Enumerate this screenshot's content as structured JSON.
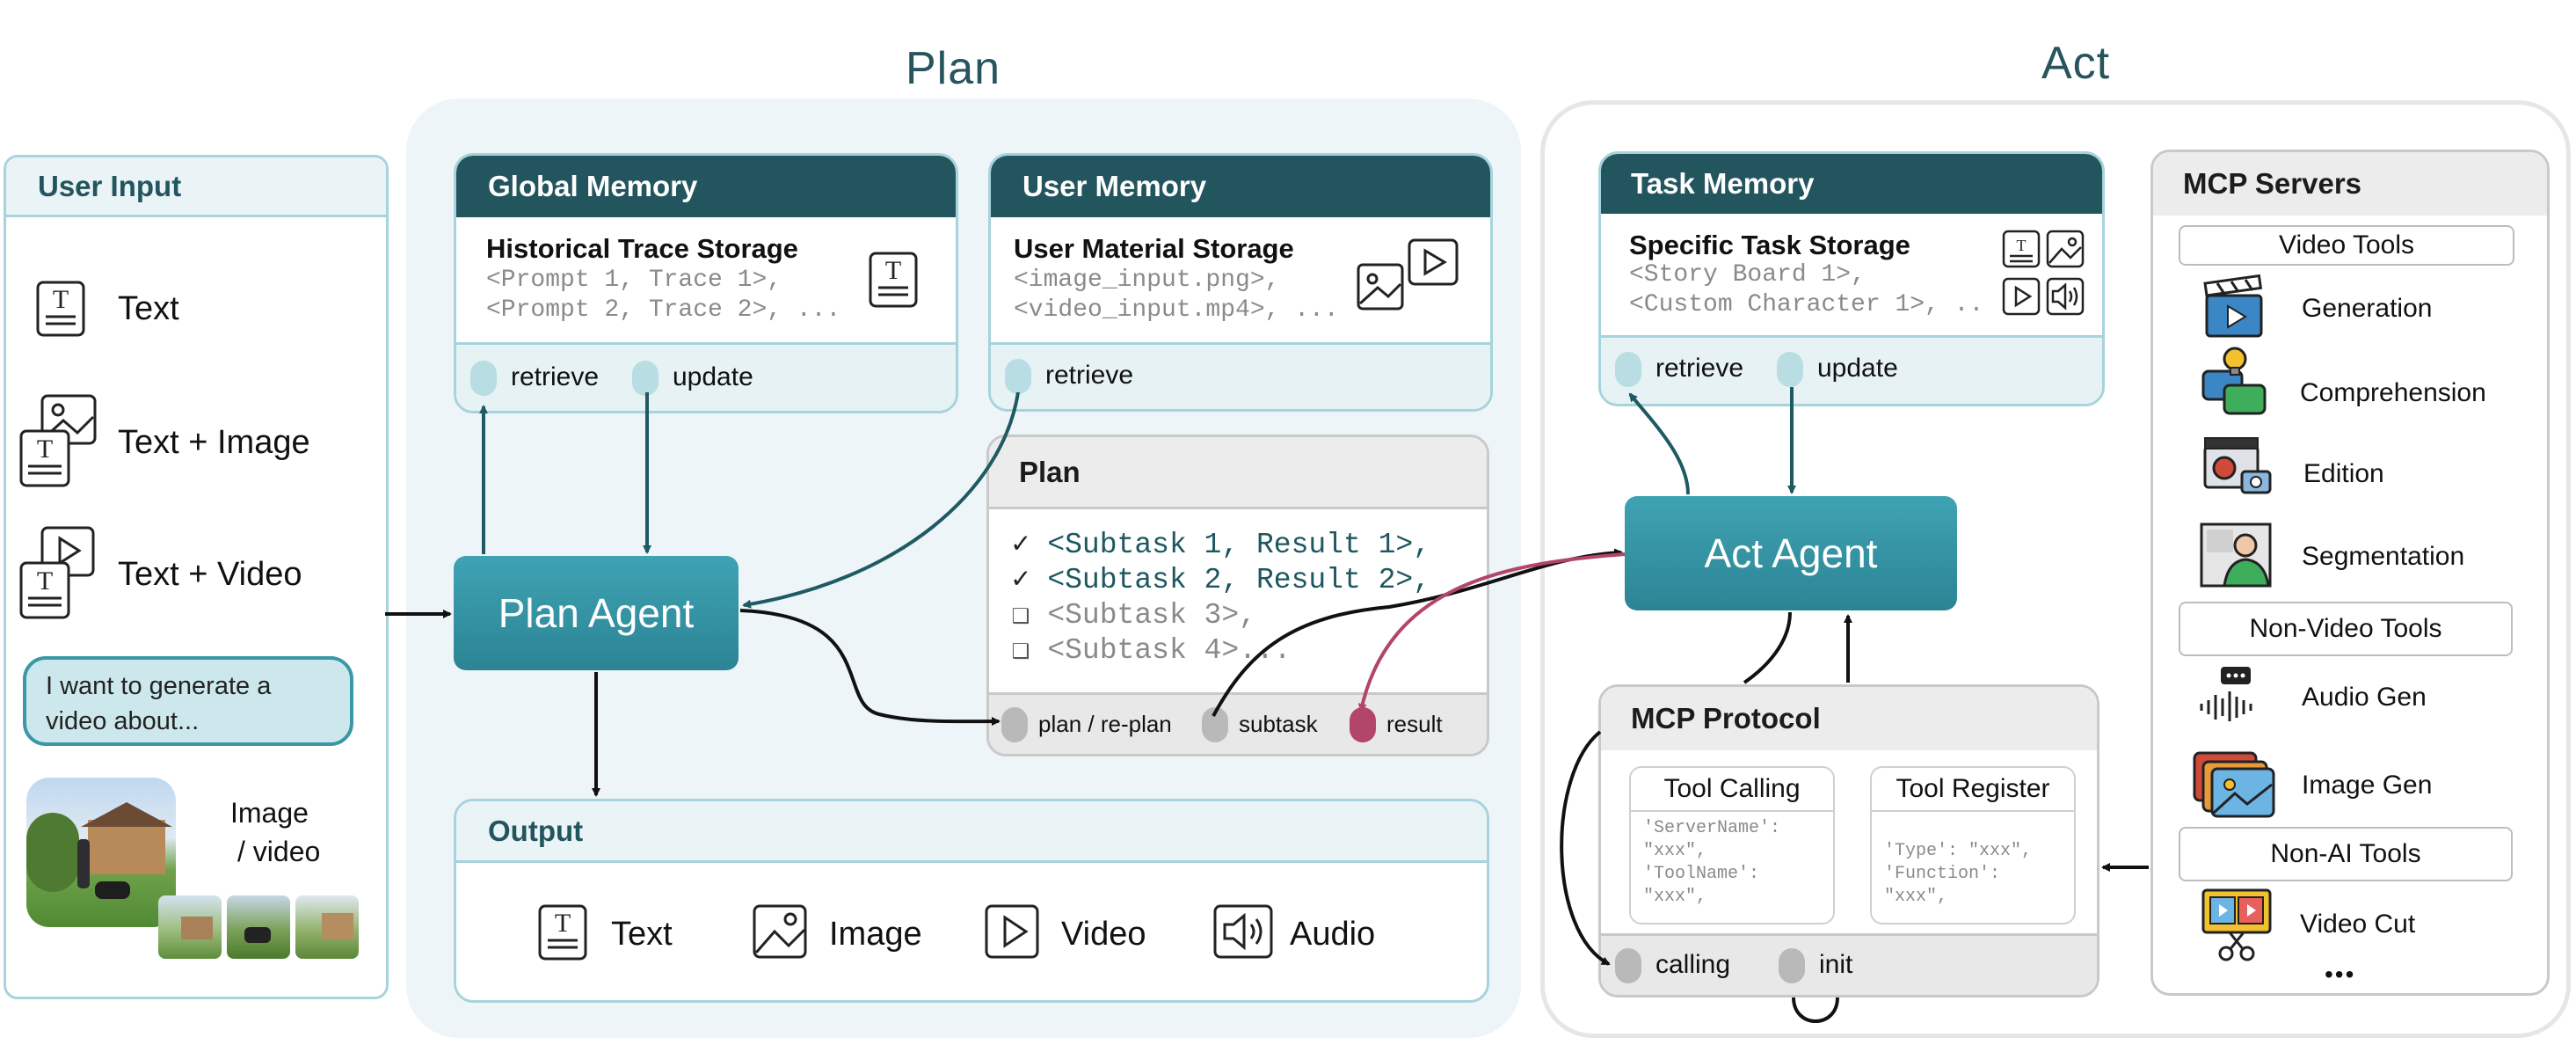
{
  "sections": {
    "plan_title": "Plan",
    "act_title": "Act"
  },
  "user_input": {
    "title": "User Input",
    "items": [
      {
        "label": "Text",
        "icon": "text-document-icon"
      },
      {
        "label": "Text + Image",
        "icon": "text-image-icon"
      },
      {
        "label": "Text + Video",
        "icon": "text-video-icon"
      }
    ],
    "prompt_bubble": "I want to generate a video about...",
    "media_label_line1": "Image",
    "media_label_line2": "/ video"
  },
  "global_memory": {
    "title": "Global Memory",
    "storage_title": "Historical Trace Storage",
    "line1": "<Prompt 1, Trace 1>,",
    "line2": "<Prompt 2, Trace 2>, ...",
    "ports": [
      "retrieve",
      "update"
    ]
  },
  "user_memory": {
    "title": "User Memory",
    "storage_title": "User Material Storage",
    "line1": "<image_input.png>,",
    "line2": "<video_input.mp4>, ...",
    "ports": [
      "retrieve"
    ]
  },
  "plan_box": {
    "title": "Plan",
    "lines": [
      {
        "mark": "✓",
        "text": "<Subtask 1, Result 1>,"
      },
      {
        "mark": "✓",
        "text": "<Subtask 2, Result 2>,"
      },
      {
        "mark": "❑",
        "text": "<Subtask 3>,"
      },
      {
        "mark": "❑",
        "text": "<Subtask 4>..."
      }
    ],
    "ports": [
      "plan / re-plan",
      "subtask",
      "result"
    ]
  },
  "plan_agent": {
    "label": "Plan Agent"
  },
  "act_agent": {
    "label": "Act Agent"
  },
  "output": {
    "title": "Output",
    "items": [
      {
        "label": "Text",
        "icon": "text-document-icon"
      },
      {
        "label": "Image",
        "icon": "image-icon"
      },
      {
        "label": "Video",
        "icon": "video-play-icon"
      },
      {
        "label": "Audio",
        "icon": "speaker-icon"
      }
    ]
  },
  "task_memory": {
    "title": "Task Memory",
    "storage_title": "Specific Task Storage",
    "line1": "<Story Board 1>,",
    "line2": "<Custom Character 1>, ..",
    "ports": [
      "retrieve",
      "update"
    ]
  },
  "mcp_protocol": {
    "title": "MCP Protocol",
    "tool_calling": {
      "title": "Tool Calling",
      "l1": "'ServerName':",
      "l2": "\"xxx\",",
      "l3": "'ToolName':",
      "l4": "\"xxx\","
    },
    "tool_register": {
      "title": "Tool Register",
      "l1": "'Type': \"xxx\",",
      "l2": "'Function':",
      "l3": "\"xxx\","
    },
    "ports": [
      "calling",
      "init"
    ]
  },
  "mcp_servers": {
    "title": "MCP Servers",
    "video_tools": {
      "title": "Video Tools",
      "items": [
        "Generation",
        "Comprehension",
        "Edition",
        "Segmentation"
      ]
    },
    "non_video_tools": {
      "title": "Non-Video Tools",
      "items": [
        "Audio Gen",
        "Image Gen"
      ]
    },
    "non_ai_tools": {
      "title": "Non-AI Tools",
      "items": [
        "Video Cut"
      ]
    },
    "more": "•••"
  },
  "colors": {
    "dark_teal": "#23555e",
    "agent_teal": "#3194a4",
    "light_teal": "#a7d3dc",
    "result_port": "#b2456a"
  }
}
